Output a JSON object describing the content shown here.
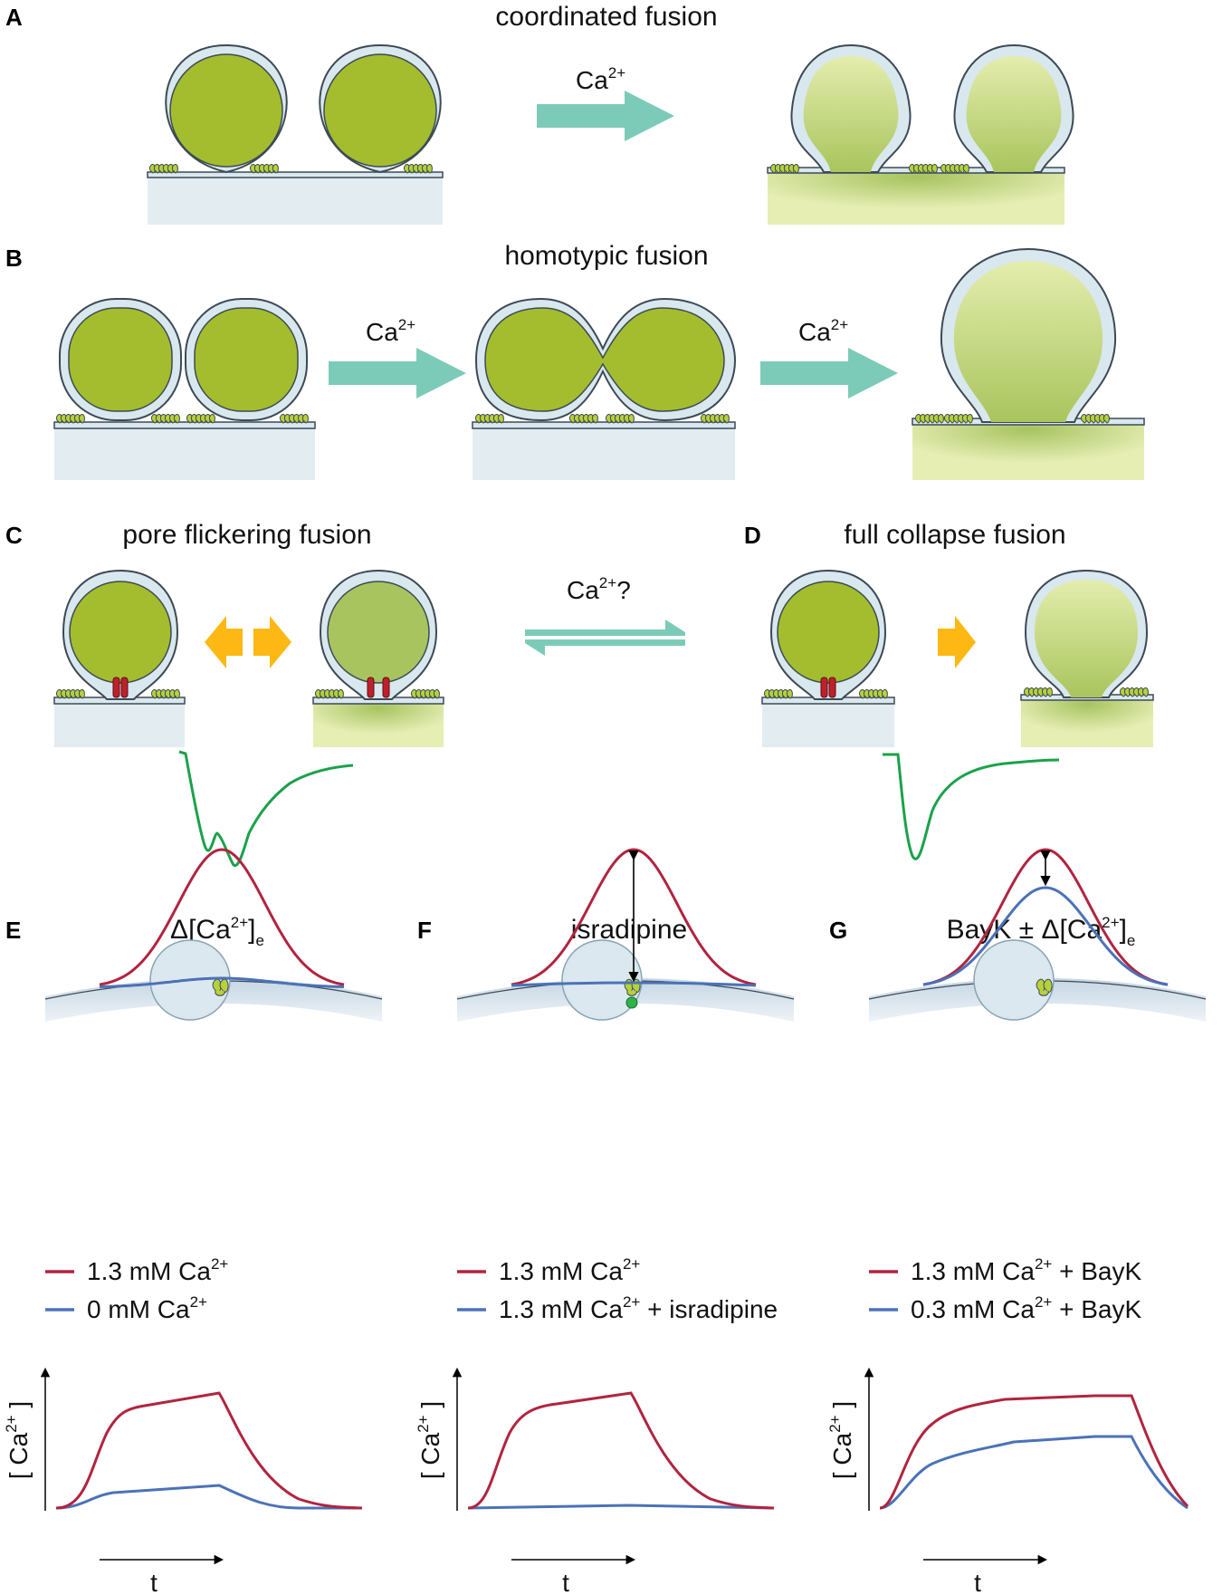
{
  "panels": {
    "A": {
      "letter": "A",
      "title": "coordinated fusion",
      "arrow": {
        "base": "Ca",
        "sup": "2+"
      }
    },
    "B": {
      "letter": "B",
      "title": "homotypic fusion",
      "arrow1": {
        "base": "Ca",
        "sup": "2+"
      },
      "arrow2": {
        "base": "Ca",
        "sup": "2+"
      }
    },
    "C": {
      "letter": "C",
      "title": "pore flickering fusion"
    },
    "CD": {
      "base": "Ca",
      "sup": "2+",
      "tail": "?"
    },
    "D": {
      "letter": "D",
      "title": "full collapse fusion"
    },
    "E": {
      "letter": "E",
      "title": {
        "pre": "Δ[Ca",
        "sup": "2+",
        "mid": "]",
        "sub": "e"
      },
      "legend": [
        {
          "pre": "1.3 mM Ca",
          "sup": "2+",
          "post": ""
        },
        {
          "pre": "0 mM Ca",
          "sup": "2+",
          "post": ""
        }
      ],
      "ylabel": {
        "pre": "[ Ca",
        "sup": "2+",
        "post": " ]"
      },
      "xlabel": "t"
    },
    "F": {
      "letter": "F",
      "title": "isradipine",
      "legend": [
        {
          "pre": "1.3 mM Ca",
          "sup": "2+",
          "post": ""
        },
        {
          "pre": "1.3 mM Ca",
          "sup": "2+",
          "post": " + isradipine"
        }
      ],
      "ylabel": {
        "pre": "[ Ca",
        "sup": "2+",
        "post": " ]"
      },
      "xlabel": "t"
    },
    "G": {
      "letter": "G",
      "title": {
        "pre": "BayK ± Δ[Ca",
        "sup": "2+",
        "mid": "]",
        "sub": "e"
      },
      "legend": [
        {
          "pre": "1.3 mM Ca",
          "sup": "2+",
          "post": " + BayK"
        },
        {
          "pre": "0.3 mM Ca",
          "sup": "2+",
          "post": " + BayK"
        }
      ],
      "ylabel": {
        "pre": "[ Ca",
        "sup": "2+",
        "post": " ]"
      },
      "xlabel": "t"
    }
  },
  "colors": {
    "vesicle_full": "#a3bd2e",
    "vesicle_mid": "#a8c45e",
    "vesicle_empty": "#e4edae",
    "membrane_fill": "#d9e7ef",
    "membrane_stroke": "#3d4a55",
    "cell_body": "#e3edf1",
    "ca_arrow": "#7ccbb8",
    "flicker_arrow": "#fdb813",
    "pore": "#c0202a",
    "snare": "#b6d13a",
    "trace_green": "#1aa24b",
    "series_red": "#b1243f",
    "series_blue": "#4b72b8"
  },
  "icons": [
    "double-arrow-icon",
    "arrow-right-icon",
    "snare-complex-icon",
    "calcium-channel-icon"
  ]
}
